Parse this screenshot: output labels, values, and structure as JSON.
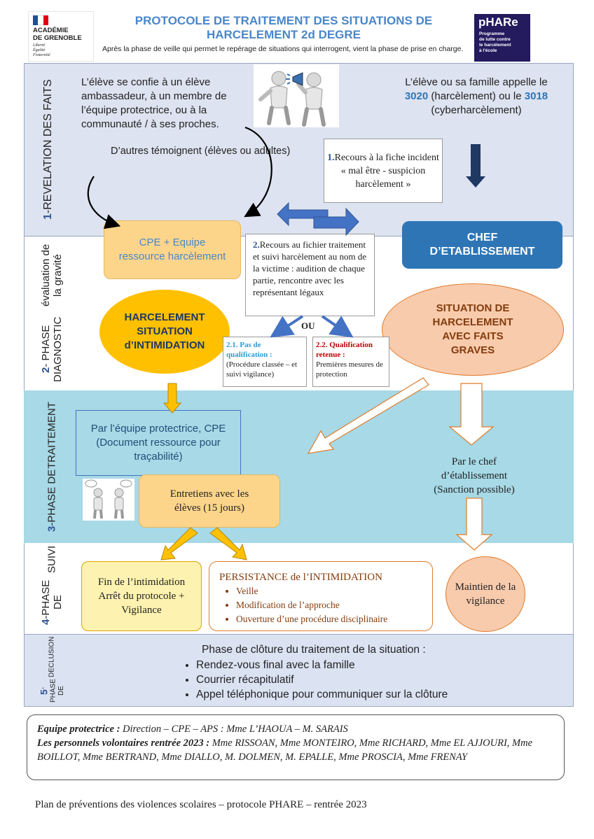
{
  "header": {
    "logo_left": {
      "l1": "ACADÉMIE",
      "l2": "DE GRENOBLE",
      "motto1": "Liberté",
      "motto2": "Égalité",
      "motto3": "Fraternité"
    },
    "title_line1": "PROTOCOLE DE TRAITEMENT DES SITUATIONS DE",
    "title_line2": "HARCELEMENT 2d DEGRE",
    "subtitle": "Après la phase de veille qui permet le repérage de situations qui interrogent, vient la phase de prise en charge.",
    "logo_right": {
      "brand": "pHARe",
      "tag1": "Programme",
      "tag2": "de lutte contre",
      "tag3": "le harcèlement",
      "tag4": "à l'école"
    }
  },
  "phases": {
    "p1": {
      "num": "1",
      "label": "-REVELATION DES FAITS"
    },
    "p2": {
      "num": "2",
      "label": "- PHASE  DIAGNOSTIC",
      "sub": "évaluation de la gravité"
    },
    "p3": {
      "num": "3",
      "label": "-PHASE DE",
      "label2": "TRAITEMENT"
    },
    "p4": {
      "num": "4",
      "label": "-PHASE DE",
      "label2": "SUIVI"
    },
    "p5": {
      "num": "5",
      "label": "-PHASE DE",
      "label2": "DECLUSION"
    }
  },
  "revelation": {
    "student_text": "L’élève se confie à un élève ambassadeur, à un membre de l’équipe protectrice, ou à la communauté / à ses proches.",
    "family_text_a": "L’élève ou sa famille appelle le",
    "num_3020": "3020",
    "family_text_b": "(harcèlement) ou le",
    "num_3018": "3018",
    "family_text_c": "(cyberharcèlement)",
    "witnesses": "D’autres témoignent (élèves ou adultes)",
    "fiche_num": "1.",
    "fiche_text": "Recours à la fiche incident « mal être - suspicion harcèlement »"
  },
  "diagnostic": {
    "cpe_box": "CPE + Equipe ressource harcèlement",
    "chef_box": "CHEF D’ETABLISSEMENT",
    "recours_num": "2.",
    "recours_text": "Recours au fichier traitement et suivi harcèlement au nom de la victime : audition de chaque partie, rencontre avec les représentant légaux",
    "ou": "OU",
    "harcelement_oval": "HARCELEMENT SITUATION d’INTIMIDATION",
    "graves_oval": "SITUATION DE HARCELEMENT AVEC FAITS GRAVES",
    "q21_title": "2.1. Pas de qualification :",
    "q21_text": "(Procédure classée – et suivi vigilance)",
    "q22_title": "2.2. Qualification retenue :",
    "q22_text": "Premières mesures de protection"
  },
  "traitement": {
    "equipe_box": "Par l’équipe protectrice, CPE (Document ressource pour traçabilité)",
    "entretiens": "Entretiens avec les élèves (15 jours)",
    "chef_text": "Par le chef d’établissement (Sanction possible)"
  },
  "suivi": {
    "fin_box": "Fin de l’intimidation Arrêt du protocole + Vigilance",
    "persistance_title": "PERSISTANCE de l’INTIMIDATION",
    "persistance_items": [
      "Veille",
      "Modification de l’approche",
      "Ouverture d’une procédure disciplinaire"
    ],
    "maintien": "Maintien de la vigilance"
  },
  "cloture": {
    "title": "Phase de clôture du traitement de la situation :",
    "items": [
      "Rendez-vous final avec la famille",
      "Courrier récapitulatif",
      "Appel téléphonique pour communiquer sur la clôture"
    ]
  },
  "team": {
    "equipe_label": "Equipe protectrice :",
    "equipe_value": " Direction – CPE – APS : Mme L’HAOUA – M. SARAIS",
    "volontaires_label": "Les personnels volontaires rentrée 2023 :",
    "volontaires_value": " Mme RISSOAN, Mme MONTEIRO, Mme RICHARD, Mme EL AJJOURI, Mme BOILLOT, Mme BERTRAND, Mme DIALLO, M. DOLMEN, M. EPALLE, Mme PROSCIA, Mme FRENAY"
  },
  "footer": "Plan de préventions des violences scolaires – protocole PHARE – rentrée 2023",
  "colors": {
    "band1": "#dde3f0",
    "band2": "#ffffff",
    "band3": "#a7d9e6",
    "band4": "#ffffff",
    "band5": "#dbe3f3",
    "blue_title": "#4a86c8",
    "cpe_fill": "#fcd58b",
    "orange_border": "#e07b2a",
    "chef_fill": "#2e75b6",
    "oval_yellow": "#ffc000",
    "oval_peach": "#f8cbad",
    "arrow_dark": "#1f3864"
  }
}
